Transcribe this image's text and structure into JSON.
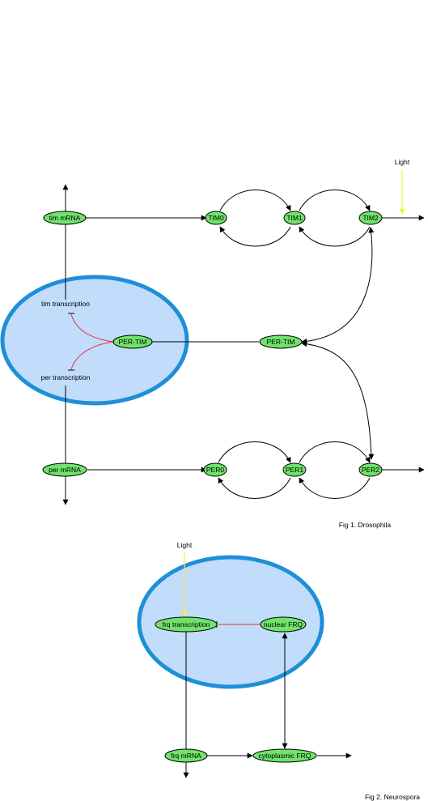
{
  "fig1": {
    "caption": "Fig 1. Drosophila",
    "light_label": "Light",
    "nodes": {
      "tim_mrna": "tim mRNA",
      "tim0": "TIM0",
      "tim1": "TIM1",
      "tim2": "TIM2",
      "per_tim_nuclear": "PER-TIM",
      "per_tim_cyto": "PER-TIM",
      "per_mrna": "per mRNA",
      "per0": "PER0",
      "per1": "PER1",
      "per2": "PER2"
    },
    "texts": {
      "tim_transcription": "tim transcription",
      "per_transcription": "per transcription"
    }
  },
  "fig2": {
    "caption": "Fig 2. Neurospora",
    "light_label": "Light",
    "nodes": {
      "frq_transcription": "frq transcription",
      "nuclear_frq": "nuclear FRQ",
      "frq_mrna": "frq mRNA",
      "cytoplasmic_frq": "cytoplasmic FRQ"
    }
  },
  "colors": {
    "node_fill": "#6fe36a",
    "nucleus_fill": "#c2dcfb",
    "nucleus_stroke": "#1e8fd8",
    "inhibition": "#e0303a",
    "light": "#f2f23a"
  }
}
